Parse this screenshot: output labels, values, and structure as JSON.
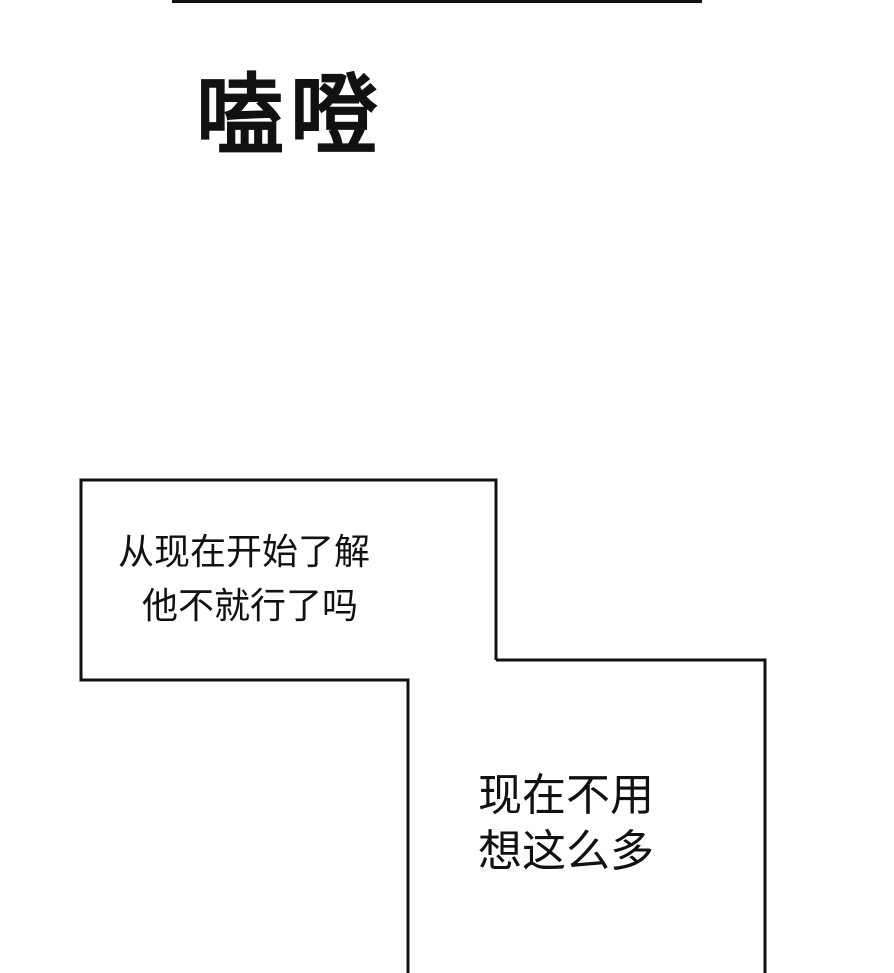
{
  "sound_effect": "嗑噔",
  "bubble_1": {
    "lines": [
      "从现在开始了解",
      "他不就行了吗"
    ]
  },
  "bubble_2": {
    "lines": [
      "现在不用",
      "想这么多"
    ]
  }
}
